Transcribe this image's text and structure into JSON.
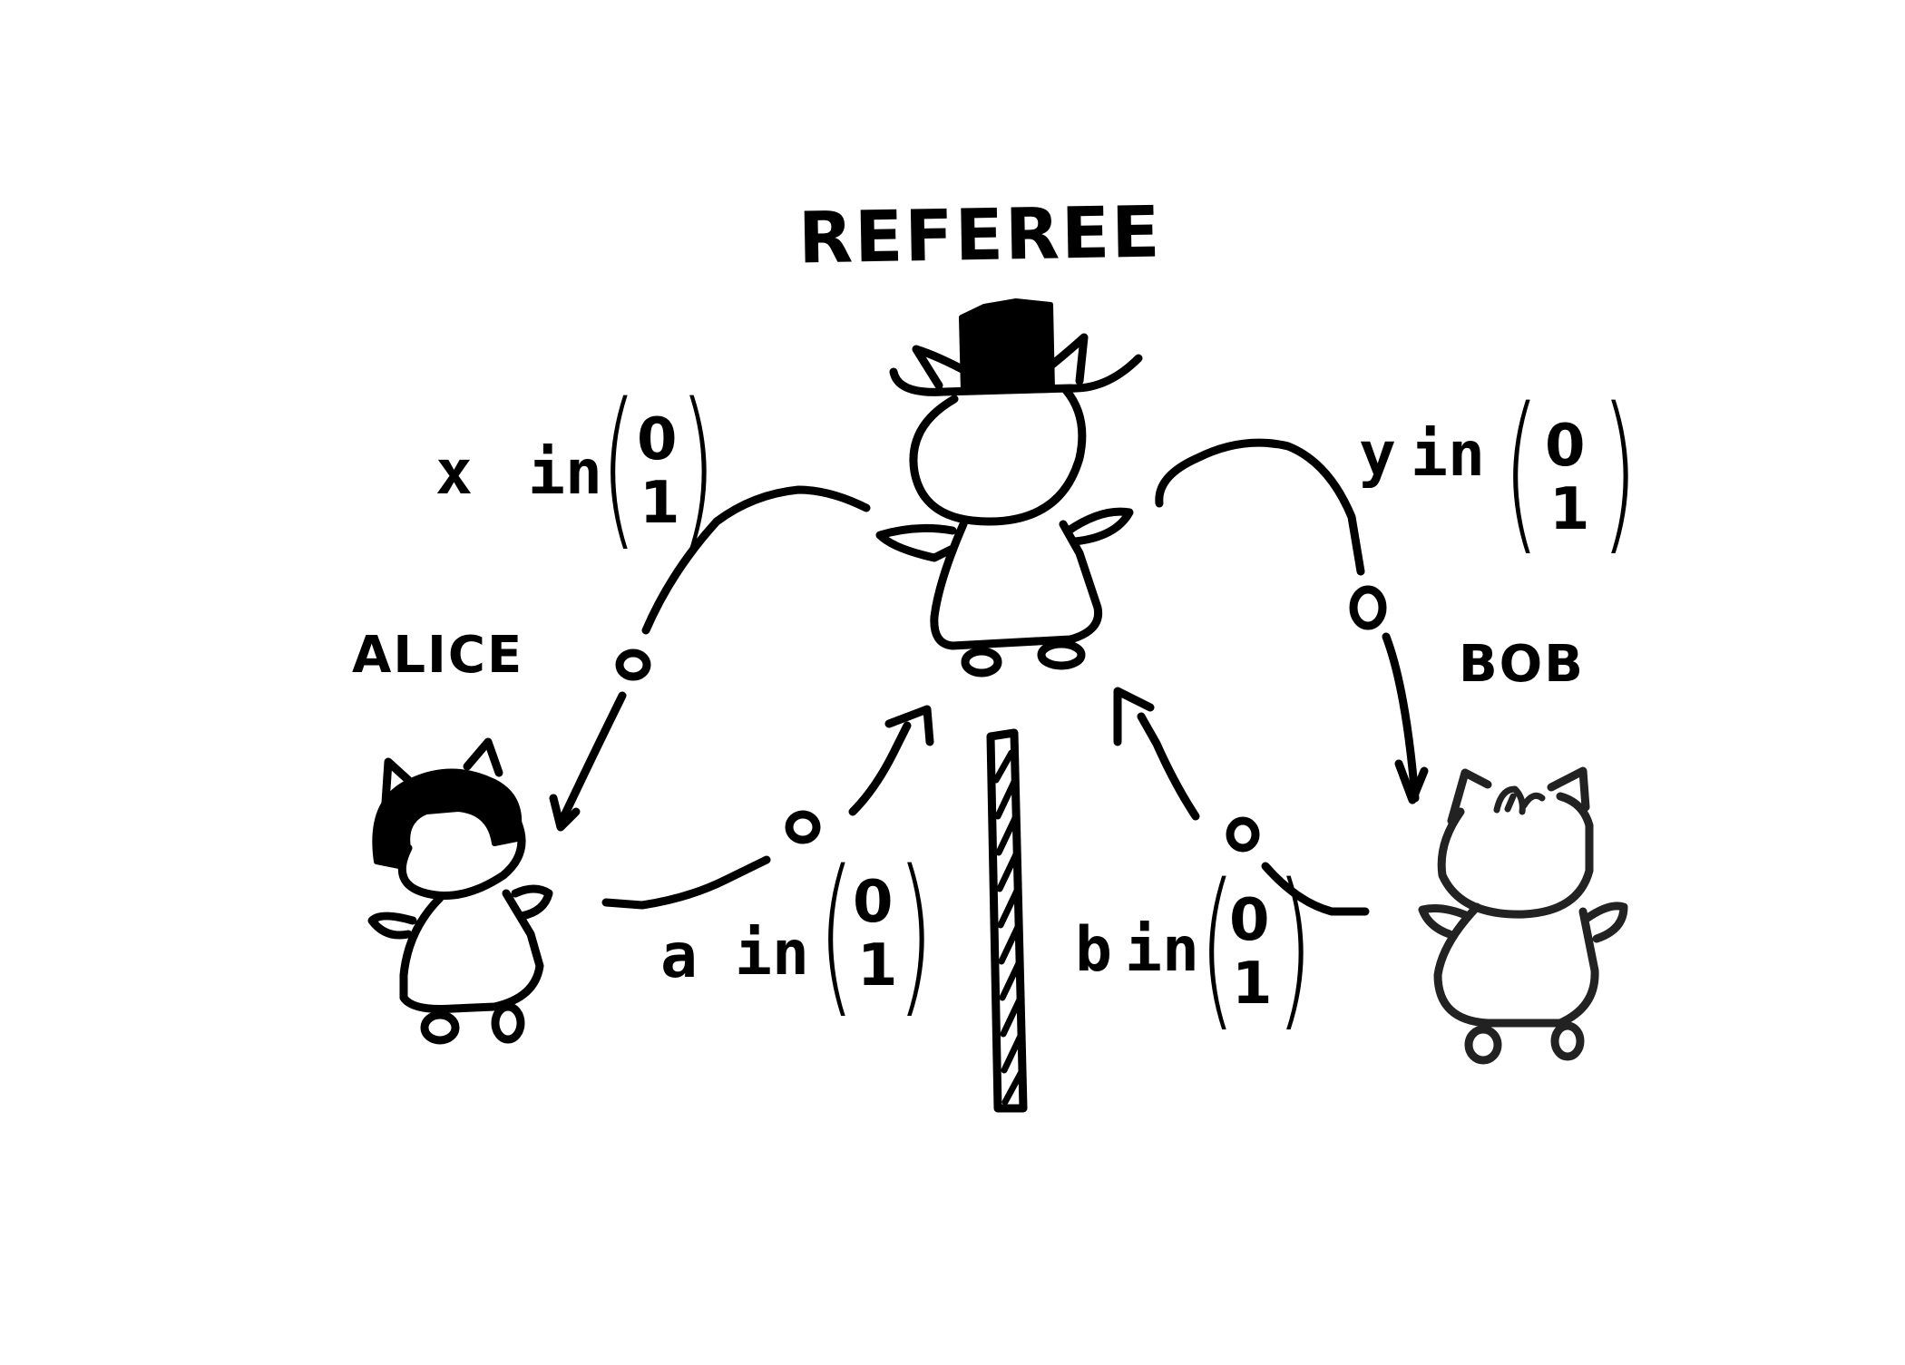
{
  "title": "REFEREE",
  "players": {
    "alice": "ALICE",
    "bob": "BOB"
  },
  "messages": {
    "x": {
      "var": "x",
      "word": "in",
      "options": [
        "0",
        "1"
      ]
    },
    "y": {
      "var": "y",
      "word": "in",
      "options": [
        "0",
        "1"
      ]
    },
    "a": {
      "var": "a",
      "word": "in",
      "options": [
        "0",
        "1"
      ]
    },
    "b": {
      "var": "b",
      "word": "in",
      "options": [
        "0",
        "1"
      ]
    }
  },
  "colors": {
    "ink": "#000000",
    "bob_ink": "#222222",
    "background": "#ffffff"
  }
}
